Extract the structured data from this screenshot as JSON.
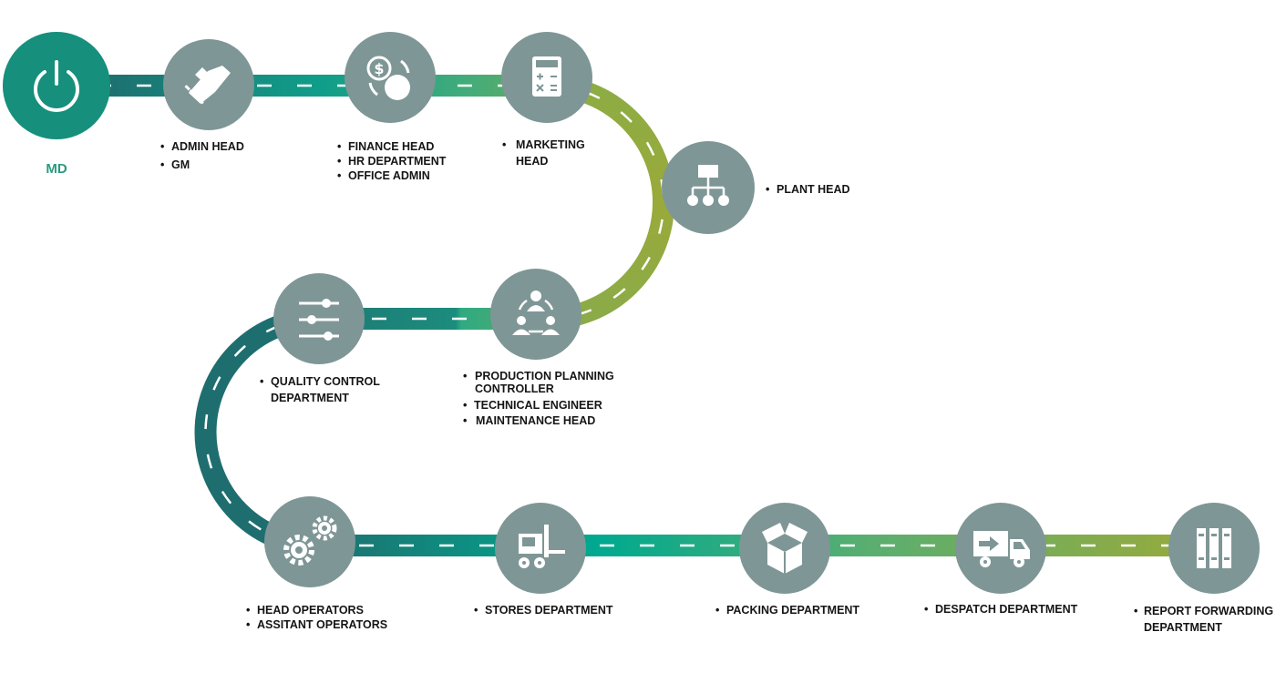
{
  "colors": {
    "teal_dark": "#1e6f6f",
    "teal_bright": "#00a98f",
    "green_light": "#7aa84f",
    "olive": "#9aaa3a",
    "node_gray": "#7f9696",
    "md_green": "#2a9a80"
  },
  "md": {
    "label": "MD",
    "icon": "power-icon"
  },
  "nodes": [
    {
      "icon": "handshake-icon",
      "labels": [
        "ADMIN HEAD",
        "GM"
      ]
    },
    {
      "icon": "money-exchange-icon",
      "labels": [
        "FINANCE HEAD",
        "HR DEPARTMENT",
        "OFFICE ADMIN"
      ]
    },
    {
      "icon": "calculator-icon",
      "labels": [
        "MARKETING",
        "HEAD"
      ]
    },
    {
      "icon": "hierarchy-icon",
      "labels": [
        "PLANT HEAD"
      ]
    },
    {
      "icon": "team-icon",
      "labels": [
        "PRODUCTION PLANNING",
        "CONTROLLER",
        "TECHNICAL ENGINEER",
        "MAINTENANCE HEAD"
      ]
    },
    {
      "icon": "sliders-icon",
      "labels": [
        "QUALITY CONTROL",
        "DEPARTMENT"
      ]
    },
    {
      "icon": "gears-icon",
      "labels": [
        "HEAD OPERATORS",
        "ASSITANT OPERATORS"
      ]
    },
    {
      "icon": "forklift-icon",
      "labels": [
        "STORES DEPARTMENT"
      ]
    },
    {
      "icon": "box-icon",
      "labels": [
        "PACKING DEPARTMENT"
      ]
    },
    {
      "icon": "delivery-truck-icon",
      "labels": [
        "DESPATCH DEPARTMENT"
      ]
    },
    {
      "icon": "binders-icon",
      "labels": [
        "REPORT FORWARDING",
        "DEPARTMENT"
      ]
    }
  ]
}
